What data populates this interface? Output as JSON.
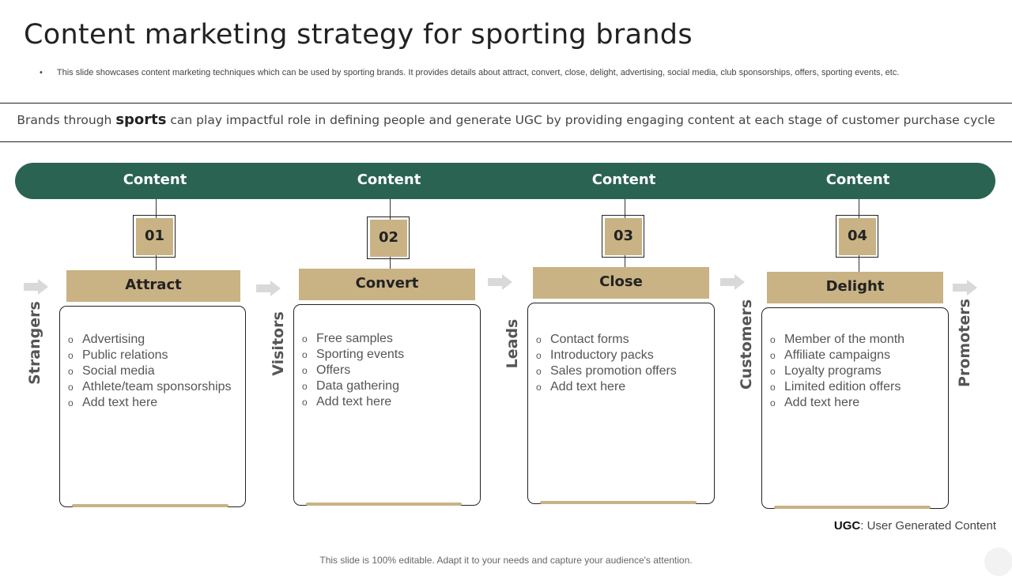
{
  "title": "Content marketing strategy for sporting brands",
  "subtitle": "This slide showcases content marketing techniques which can be used by sporting brands. It provides details about attract, convert,  close, delight, advertising, social media, club sponsorships, offers, sporting events, etc.",
  "subtitle_bullet": "•",
  "tagline": {
    "before": "Brands through ",
    "emphasis": "sports",
    "after": " can play impactful role in defining people and generate UGC by providing engaging content at each stage of customer purchase cycle"
  },
  "band_labels": [
    "Content",
    "Content",
    "Content",
    "Content"
  ],
  "stages": [
    {
      "number": "01",
      "name": "Attract",
      "items": [
        "Advertising",
        "Public relations",
        "Social media",
        "Athlete/team  sponsorships",
        "Add text here"
      ]
    },
    {
      "number": "02",
      "name": "Convert",
      "items": [
        "Free samples",
        "Sporting events",
        "Offers",
        "Data gathering",
        "Add text here"
      ]
    },
    {
      "number": "03",
      "name": "Close",
      "items": [
        "Contact forms",
        "Introductory  packs",
        "Sales promotion offers",
        "Add text here"
      ]
    },
    {
      "number": "04",
      "name": "Delight",
      "items": [
        "Member of the month",
        "Affiliate campaigns",
        "Loyalty programs",
        "Limited edition offers",
        "Add text here"
      ]
    }
  ],
  "bullet_symbol": "o",
  "audience_labels": [
    "Strangers",
    "Visitors",
    "Leads",
    "Customers",
    "Promoters"
  ],
  "ugc_note": {
    "abbr": "UGC",
    "text": ": User Generated Content"
  },
  "footer": "This slide is 100% editable. Adapt it to your needs and capture your audience's attention.",
  "colors": {
    "band": "#2b6352",
    "accent": "#c9b284",
    "arrow": "#d9d9d9"
  }
}
